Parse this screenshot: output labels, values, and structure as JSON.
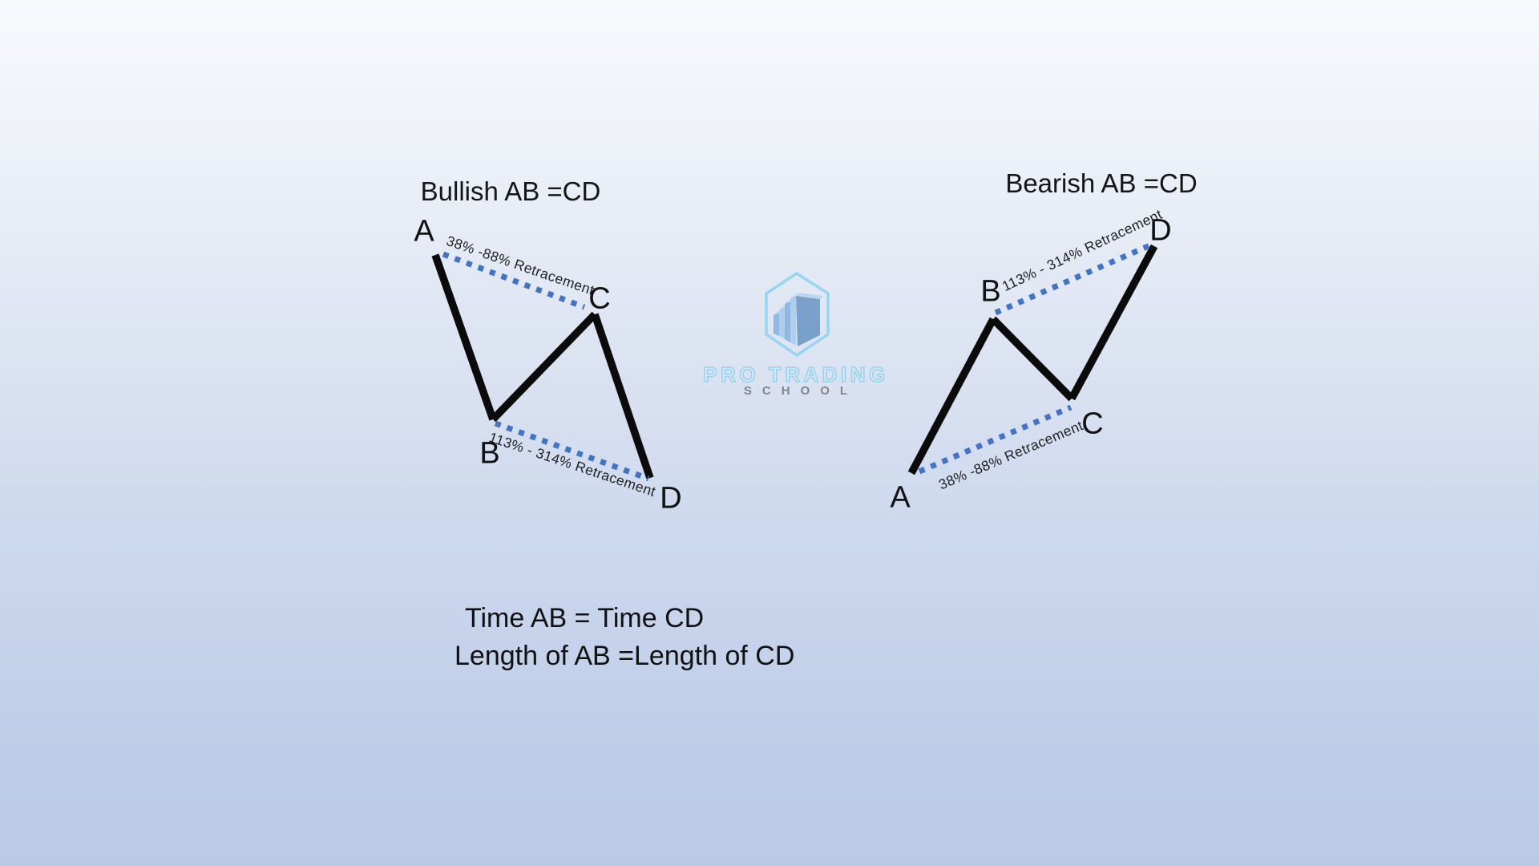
{
  "bullish": {
    "title": "Bullish AB =CD",
    "labels": {
      "a": "A",
      "b": "B",
      "c": "C",
      "d": "D"
    },
    "ac_text": "38% -88% Retracement",
    "bd_text": "113% - 314% Retracement"
  },
  "bearish": {
    "title": "Bearish AB =CD",
    "labels": {
      "a": "A",
      "b": "B",
      "c": "C",
      "d": "D"
    },
    "ac_text": "38% -88% Retracement",
    "bd_text": "113% - 314% Retracement"
  },
  "logo": {
    "brand": "PRO TRADING",
    "subtitle": "SCHOOL"
  },
  "footer": {
    "line1": "Time AB = Time CD",
    "line2": "Length of AB =Length of CD"
  },
  "colors": {
    "pattern_line": "#0b0b0b",
    "retracement_dots": "#4472c4",
    "background_top": "#f7f9fd",
    "background_bottom": "#bac9e6",
    "logo_blue": "#8fd2ef",
    "logo_gray": "#7b7b7b",
    "text": "#111111"
  }
}
